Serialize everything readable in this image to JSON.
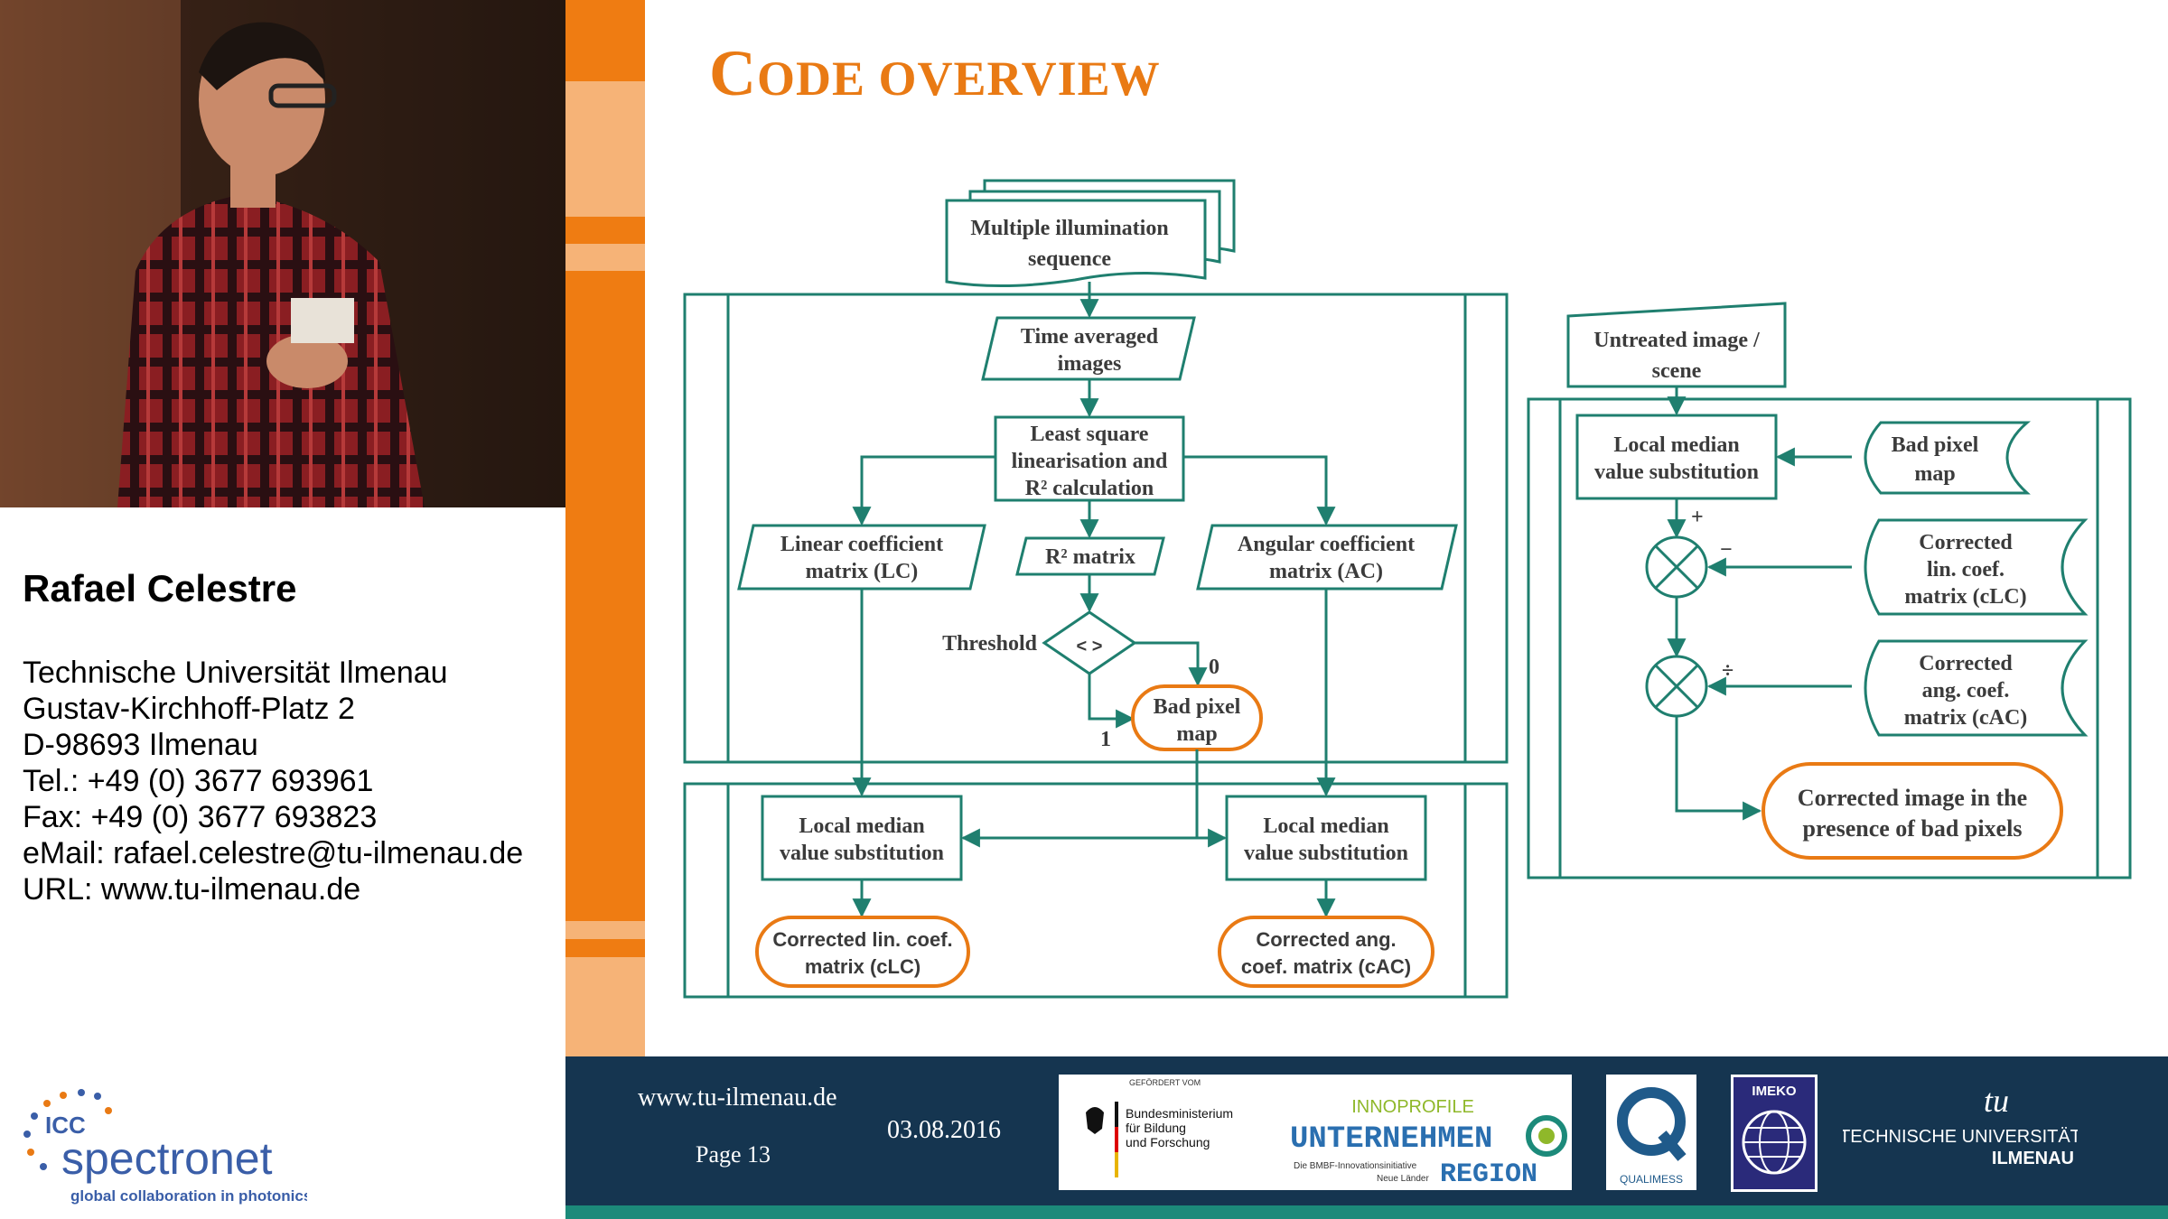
{
  "speaker": {
    "name": "Rafael Celestre",
    "address": [
      "Technische Universität Ilmenau",
      "Gustav-Kirchhoff-Platz 2",
      "D-98693 Ilmenau",
      "Tel.: +49 (0) 3677 693961",
      "Fax: +49 (0) 3677 693823",
      "eMail: rafael.celestre@tu-ilmenau.de",
      "URL: www.tu-ilmenau.de"
    ],
    "logo": {
      "brand": "ICC",
      "name": "spectronet",
      "tagline": "global collaboration in photonics"
    }
  },
  "slide": {
    "title_first": "C",
    "title_rest": "ODE OVERVIEW",
    "flowchart": {
      "multiple_illumination": [
        "Multiple illumination",
        "sequence"
      ],
      "time_averaged": [
        "Time averaged",
        "images"
      ],
      "least_square": [
        "Least square",
        "linearisation and",
        "R² calculation"
      ],
      "linear_coef": [
        "Linear coefficient",
        "matrix (LC)"
      ],
      "r2_matrix": "R² matrix",
      "angular_coef": [
        "Angular coefficient",
        "matrix (AC)"
      ],
      "threshold": "Threshold",
      "threshold_symbol": "< >",
      "branch_0": "0",
      "branch_1": "1",
      "bad_pixel_map": [
        "Bad pixel",
        "map"
      ],
      "local_median_left": [
        "Local median",
        "value substitution"
      ],
      "local_median_right": [
        "Local median",
        "value substitution"
      ],
      "corrected_lin": [
        "Corrected lin. coef.",
        "matrix (cLC)"
      ],
      "corrected_ang": [
        "Corrected ang.",
        "coef. matrix (cAC)"
      ],
      "untreated_image": [
        "Untreated image /",
        "scene"
      ],
      "local_median_r": [
        "Local median",
        "value substitution"
      ],
      "bad_pixel_map_r": [
        "Bad pixel",
        "map"
      ],
      "corrected_lin_r": [
        "Corrected",
        "lin. coef.",
        "matrix (cLC)"
      ],
      "corrected_ang_r": [
        "Corrected",
        "ang. coef.",
        "matrix (cAC)"
      ],
      "sign_plus": "+",
      "sign_minus": "−",
      "sign_divide": "÷",
      "corrected_image": [
        "Corrected image in the",
        "presence of bad pixels"
      ]
    }
  },
  "footer": {
    "url": "www.tu-ilmenau.de",
    "page": "Page 13",
    "date": "03.08.2016",
    "sponsor_funded": "GEFÖRDERT VOM",
    "sponsor_ministry": [
      "Bundesministerium",
      "für Bildung",
      "und Forschung"
    ],
    "innoprofile": "INNOPROFILE",
    "unternehmen": "UNTERNEHMEN",
    "region": "REGION",
    "initiative": [
      "Die BMBF-Innovationsinitiative",
      "Neue Länder"
    ],
    "qualimess": "QUALIMESS",
    "imeko": "IMEKO",
    "tu_name": [
      "TECHNISCHE UNIVERSITÄT",
      "ILMENAU"
    ]
  },
  "colors": {
    "accent": "#e97a14",
    "flow_teal": "#1f7f6f",
    "footer_bg": "#153550"
  }
}
